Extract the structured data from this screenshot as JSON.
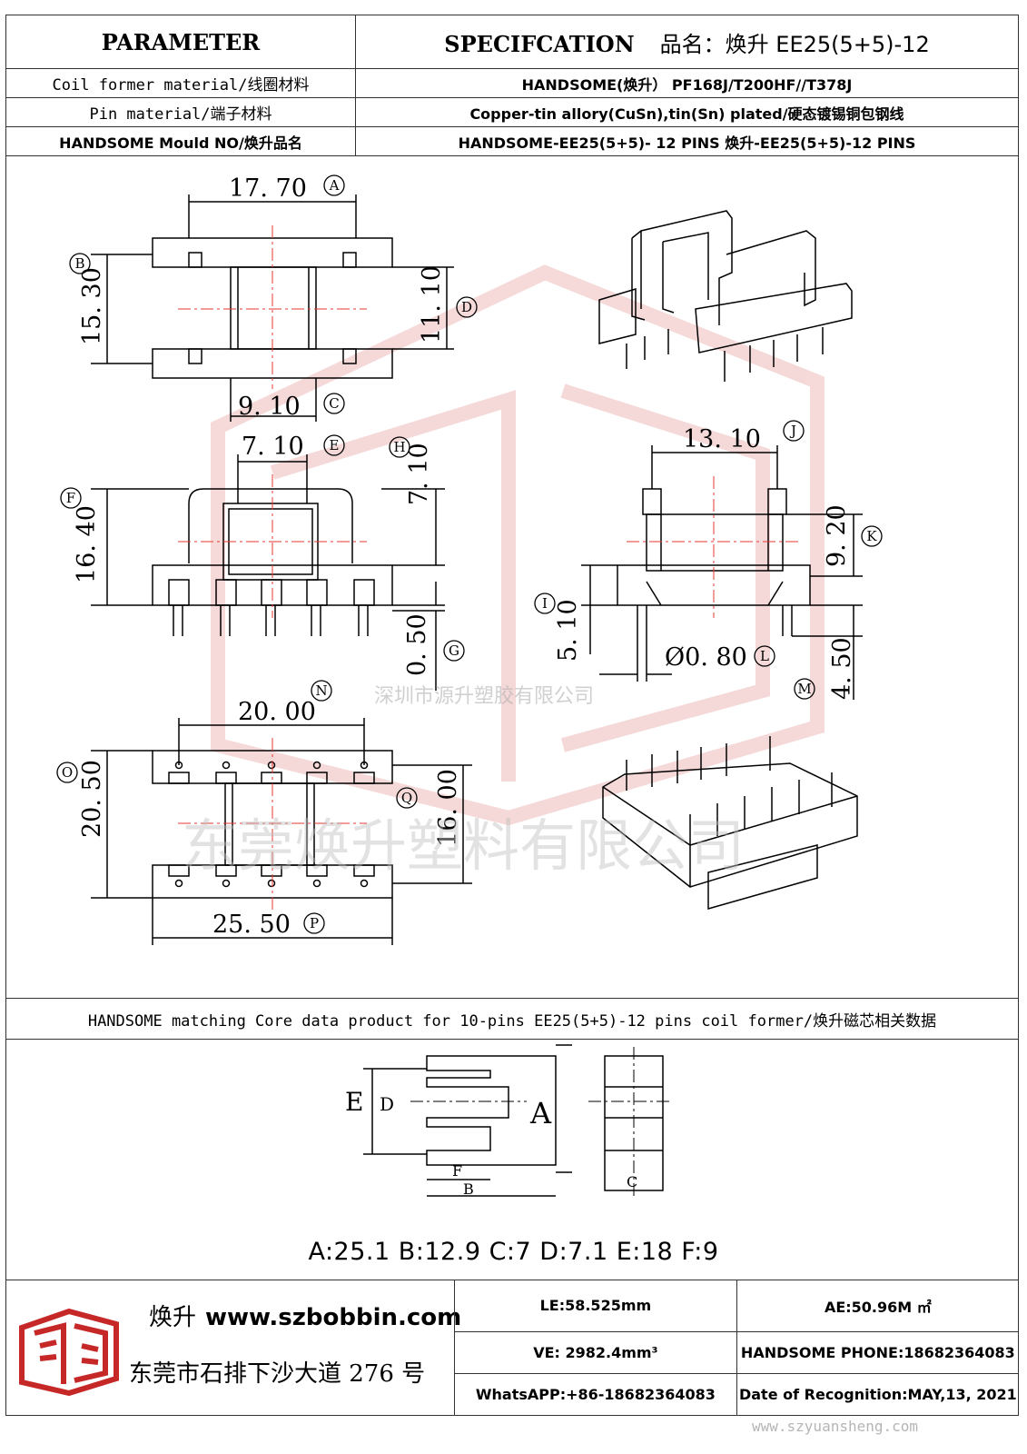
{
  "header": {
    "parameter": "PARAMETER",
    "specification": "SPECIFCATION",
    "product_name": "品名：焕升 EE25(5+5)-12"
  },
  "rows": [
    {
      "label": "Coil former material/线圈材料",
      "value": "HANDSOME(焕升）   PF168J/T200HF//T378J"
    },
    {
      "label": "Pin material/端子材料",
      "value": "Copper-tin allory(CuSn),tin(Sn) plated/硬态镀锡铜包钢线"
    },
    {
      "label": "HANDSOME Mould NO/焕升品名",
      "value": "HANDSOME-EE25(5+5)- 12 PINS    焕升-EE25(5+5)-12 PINS"
    }
  ],
  "dimensions": {
    "A": "17. 70",
    "B": "15. 30",
    "C": "9. 10",
    "D": "11. 10",
    "E": "7. 10",
    "F": "16. 40",
    "G": "0. 50",
    "H": "7. 10",
    "I": "5. 10",
    "J": "13. 10",
    "K": "9. 20",
    "L": "Ø0. 80",
    "M": "4. 50",
    "N": "20. 00",
    "O": "20. 50",
    "P": "25. 50",
    "Q": "16. 00"
  },
  "labels": {
    "A": "A",
    "B": "B",
    "C": "C",
    "D": "D",
    "E": "E",
    "F": "F",
    "G": "G",
    "H": "H",
    "I": "I",
    "J": "J",
    "K": "K",
    "L": "L",
    "M": "M",
    "N": "N",
    "O": "O",
    "P": "P",
    "Q": "Q"
  },
  "core_labels": {
    "A": "A",
    "B": "B",
    "C": "C",
    "D": "D",
    "E": "E",
    "F": "F"
  },
  "watermarks": {
    "company_small": "深圳市源升塑胶有限公司",
    "company_large": "东莞焕升塑料有限公司",
    "url": "www.szyuansheng.com"
  },
  "core_section": {
    "title": "HANDSOME matching Core data  product for 10-pins EE25(5+5)-12 pins coil former/焕升磁芯相关数据",
    "values": "A:25.1 B:12.9 C:7 D:7.1 E:18 F:9"
  },
  "footer": {
    "brand_cn": "焕升",
    "website": "www.szbobbin.com",
    "address": "东莞市石排下沙大道 276 号",
    "le": "LE:58.525mm",
    "ae": "AE:50.96M ㎡",
    "ve": "VE: 2982.4mm³",
    "phone": "HANDSOME PHONE:18682364083",
    "whatsapp": "WhatsAPP:+86-18682364083",
    "date": "Date of Recognition:MAY,13, 2021"
  }
}
